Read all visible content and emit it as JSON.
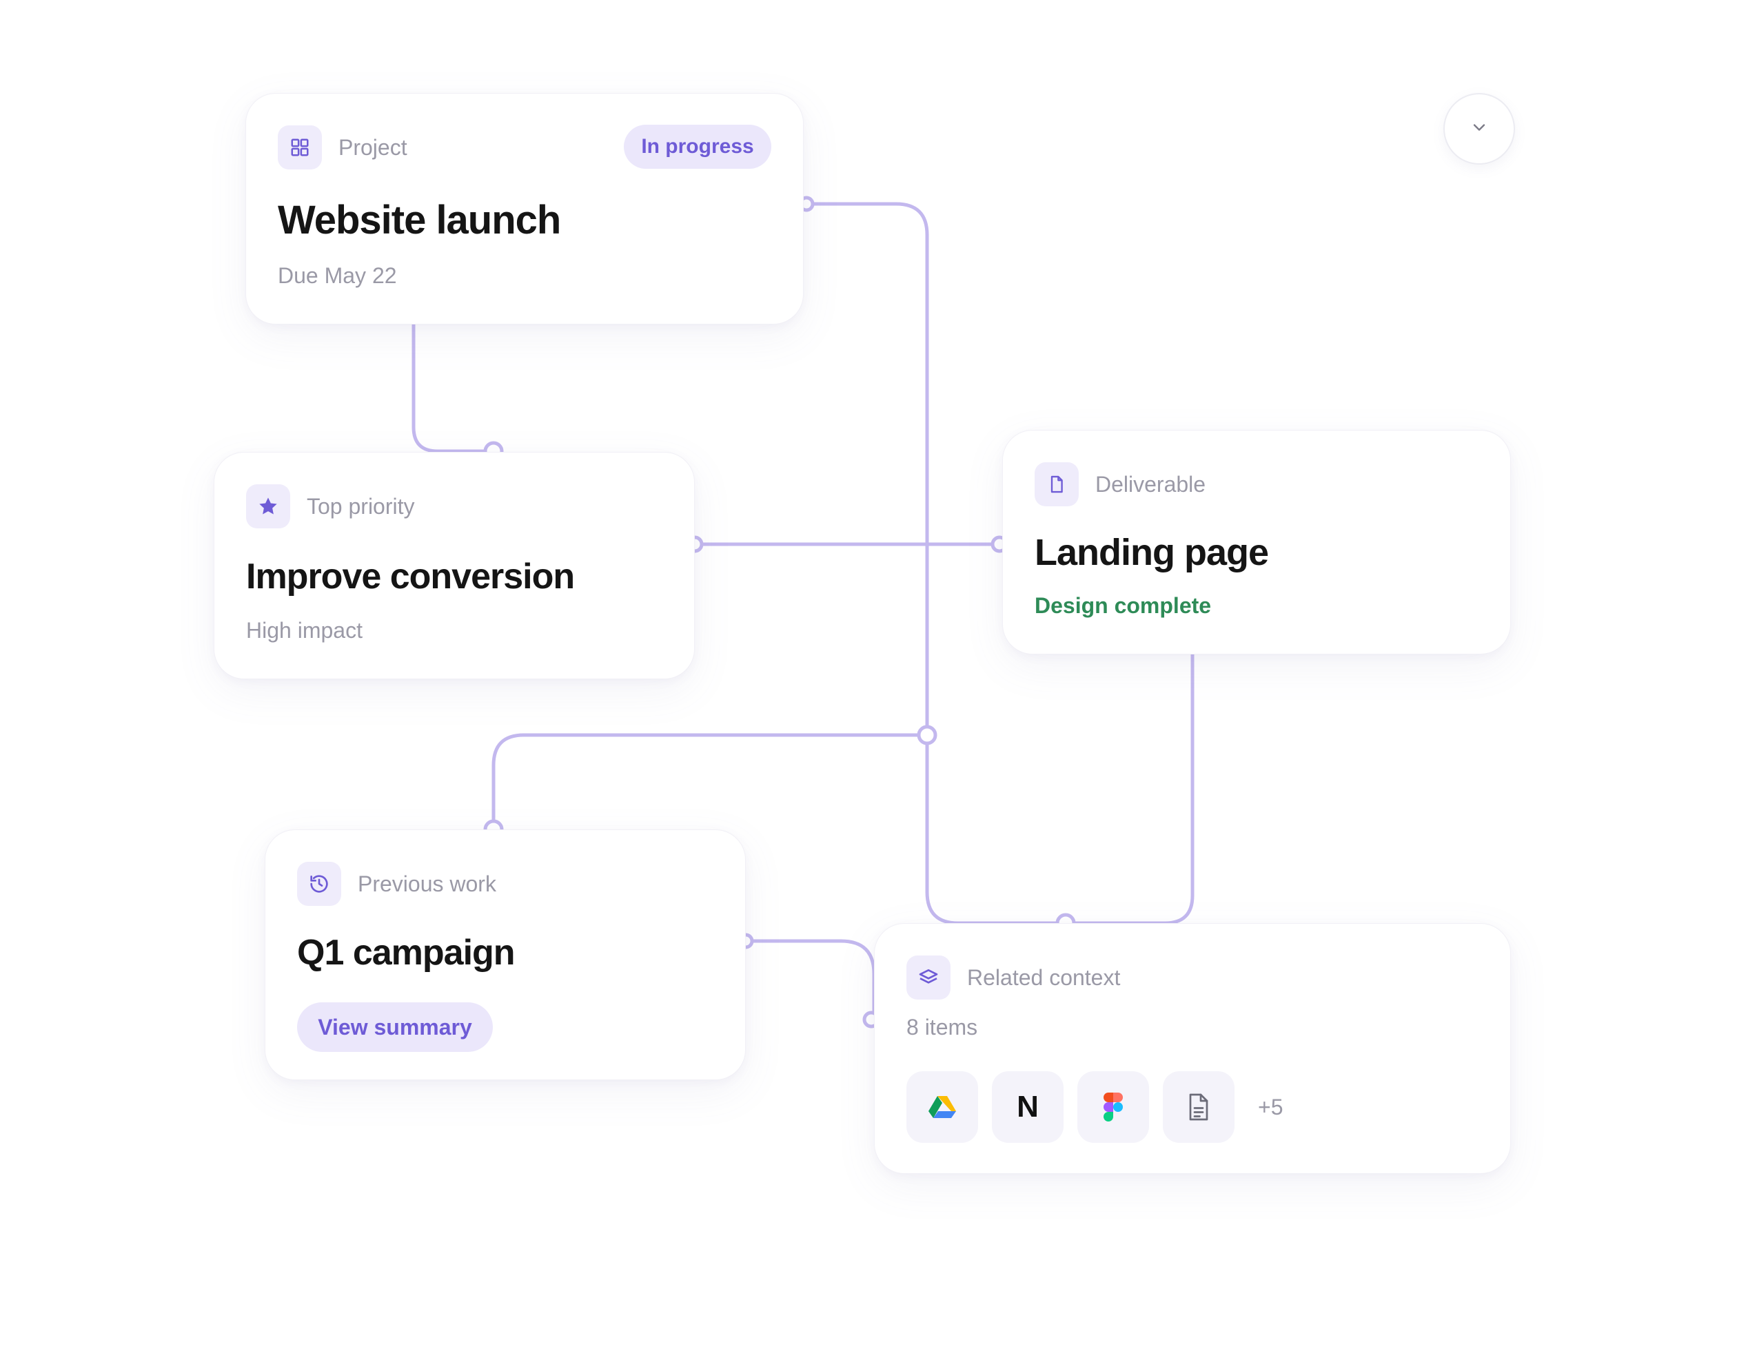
{
  "colors": {
    "accent": "#6e5bd6",
    "connector": "#c3b8ee",
    "success": "#2e8b57",
    "muted": "#9a99a6",
    "title": "#151515"
  },
  "project_card": {
    "label": "Project",
    "icon": "grid-icon",
    "status": "In progress",
    "title": "Website launch",
    "due": "Due May 22"
  },
  "priority_card": {
    "label": "Top priority",
    "icon": "star-icon",
    "title": "Improve conversion",
    "impact": "High impact"
  },
  "deliverable_card": {
    "label": "Deliverable",
    "icon": "document-icon",
    "title": "Landing page",
    "status": "Design complete"
  },
  "previous_card": {
    "label": "Previous work",
    "icon": "history-icon",
    "title": "Q1 campaign",
    "action": "View summary"
  },
  "context_card": {
    "label": "Related context",
    "icon": "layers-icon",
    "count": "8 items",
    "apps": [
      {
        "name": "Google Drive",
        "icon": "google-drive-icon"
      },
      {
        "name": "Notion",
        "icon": "notion-icon",
        "glyph": "N"
      },
      {
        "name": "Figma",
        "icon": "figma-icon"
      },
      {
        "name": "Document",
        "icon": "file-text-icon"
      }
    ],
    "more": "+5"
  },
  "collapse_button": {
    "icon": "chevron-down-icon"
  }
}
